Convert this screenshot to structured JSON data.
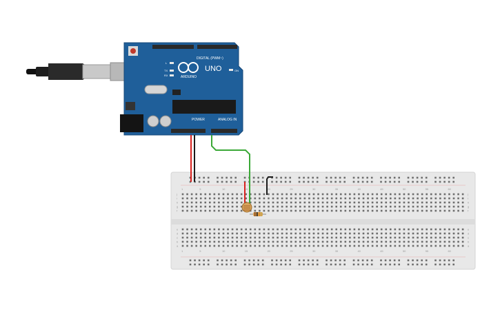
{
  "board": {
    "brand": "ARDUINO",
    "model": "UNO",
    "digital_header": "DIGITAL (PWM~)",
    "power_label": "POWER",
    "analog_label": "ANALOG IN",
    "led_l": "L",
    "led_tx": "TX",
    "led_rx": "RX",
    "led_on": "ON"
  },
  "breadboard": {
    "row_letters_top": [
      "j",
      "i",
      "h",
      "g",
      "f"
    ],
    "row_letters_bottom": [
      "e",
      "d",
      "c",
      "b",
      "a"
    ],
    "column_numbers": [
      "1",
      "5",
      "10",
      "15",
      "20",
      "25",
      "30",
      "35",
      "40",
      "45",
      "50",
      "55",
      "60"
    ]
  },
  "colors": {
    "board_blue": "#1f5f9a",
    "wire_red": "#d8211e",
    "wire_black": "#1a1a1a",
    "wire_green": "#3aa836",
    "breadboard": "#e8e8e8"
  }
}
